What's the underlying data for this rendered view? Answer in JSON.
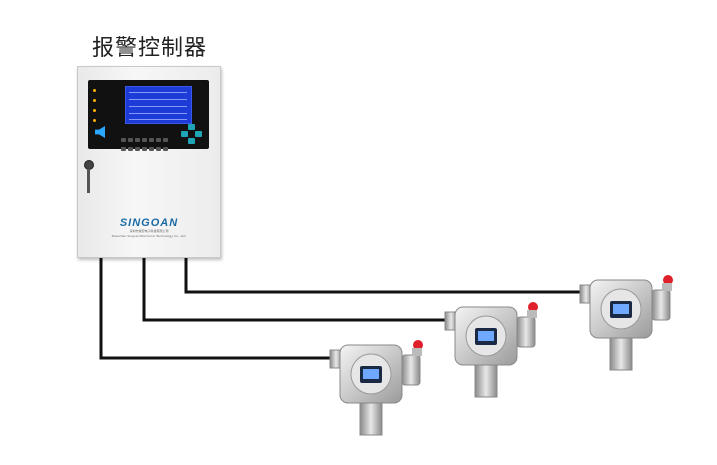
{
  "title": "报警控制器",
  "controller": {
    "brand": "SINGOAN",
    "company_cn": "深圳市信安电子科技有限公司",
    "company_en": "Shenzhen Singoan Electronic Technology Co., Ltd."
  },
  "colors": {
    "cable": "#111111",
    "lcd": "#1d3bd6",
    "brand": "#1a6aa5",
    "beacon": "#e0202a"
  },
  "detectors": [
    {
      "id": "detector-1"
    },
    {
      "id": "detector-2"
    },
    {
      "id": "detector-3"
    }
  ]
}
